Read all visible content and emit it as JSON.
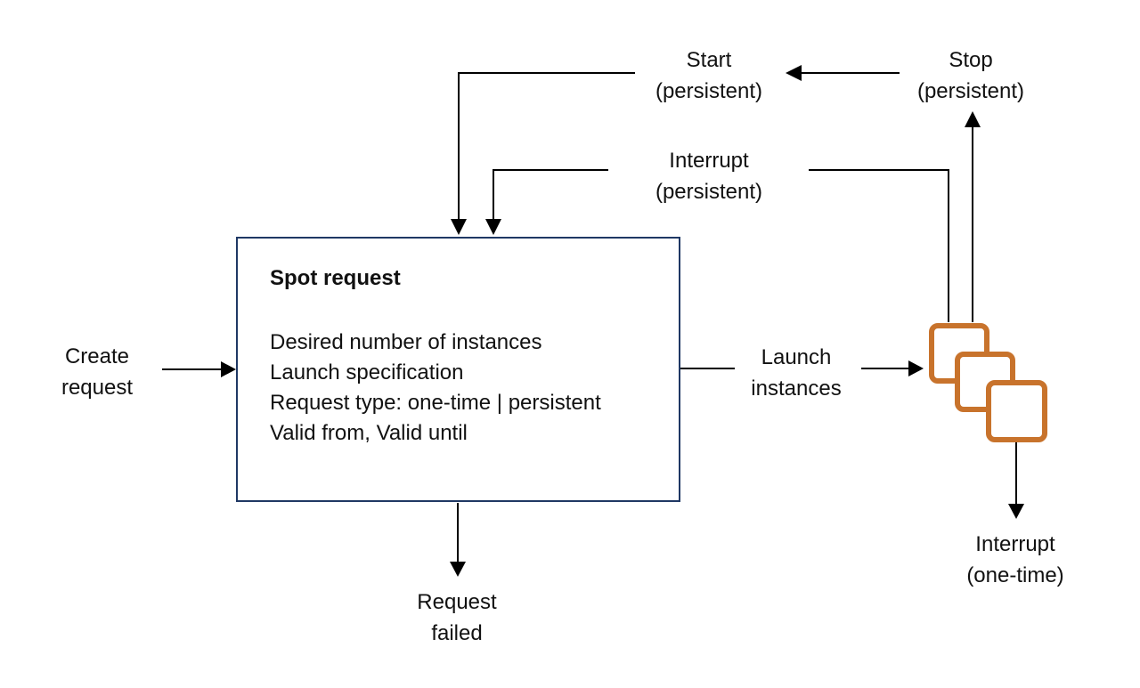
{
  "colors": {
    "background": "#ffffff",
    "text": "#111111",
    "connector": "#000000",
    "box_border": "#1f3864",
    "box_fill": "#ffffff",
    "instance_orange": "#c8732c",
    "instance_fill": "#ffffff"
  },
  "spot_request_box": {
    "title": "Spot request",
    "details": [
      "Desired number of instances",
      "Launch specification",
      "Request type: one-time | persistent",
      "Valid from, Valid until"
    ]
  },
  "labels": {
    "start": {
      "line1": "Start",
      "line2": "(persistent)"
    },
    "stop": {
      "line1": "Stop",
      "line2": "(persistent)"
    },
    "interrupt_persistent": {
      "line1": "Interrupt",
      "line2": "(persistent)"
    },
    "create_request": {
      "line1": "Create",
      "line2": "request"
    },
    "launch_instances": {
      "line1": "Launch",
      "line2": "instances"
    },
    "request_failed": {
      "line1": "Request",
      "line2": "failed"
    },
    "interrupt_one_time": {
      "line1": "Interrupt",
      "line2": "(one-time)"
    }
  },
  "icons": {
    "instances": "stacked-instance-squares-icon"
  }
}
